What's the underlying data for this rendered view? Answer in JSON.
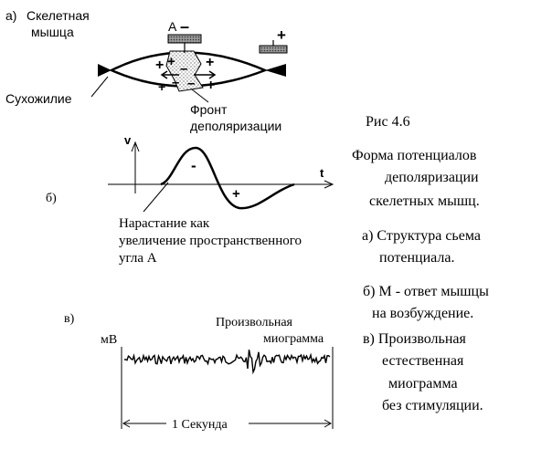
{
  "panel_a": {
    "letter": "а)",
    "muscle_label": [
      "Скелетная",
      "мышца"
    ],
    "electrode_a_label": "А",
    "minus": "–",
    "plus": "+",
    "tendon_label": "Сухожилие",
    "front_label": [
      "Фронт",
      "деполяризации"
    ]
  },
  "panel_b": {
    "letter": "б)",
    "v_label": "v",
    "t_label": "t",
    "neg_sign": "-",
    "pos_sign": "+",
    "note": [
      "Нарастание как",
      "увеличение пространственного",
      "угла А"
    ]
  },
  "panel_v": {
    "letter": "в)",
    "unit": "мВ",
    "title": [
      "Произвольная",
      "миограмма"
    ],
    "duration": "1 Секунда"
  },
  "caption": {
    "fig": "Рис 4.6",
    "lines": [
      "Форма потенциалов",
      "деполяризации",
      "скелетных мышц.",
      "а) Структура сьема",
      "потенциала.",
      "б) М - ответ  мышцы",
      "на   возбуждение.",
      "в) Произвольная",
      "естественная",
      "миограмма",
      "без стимуляции."
    ]
  }
}
